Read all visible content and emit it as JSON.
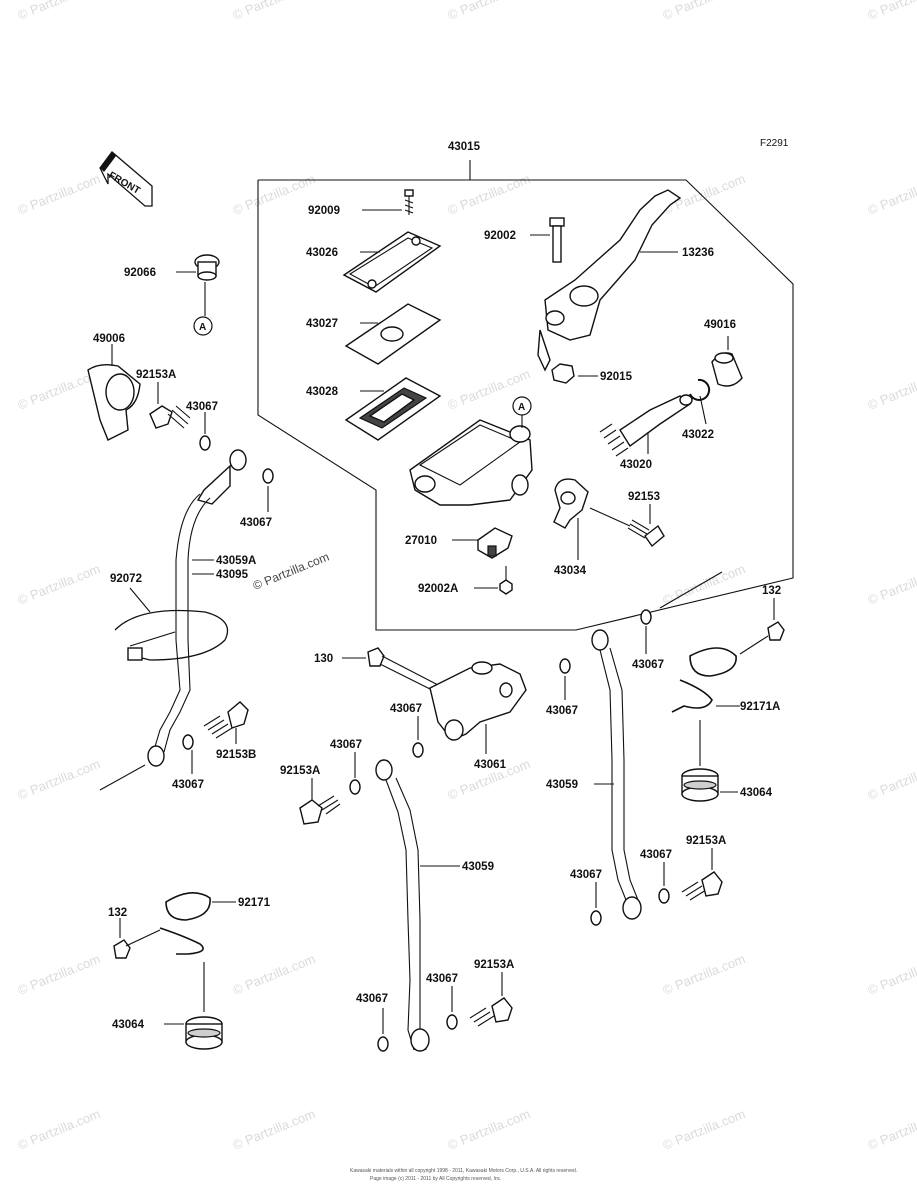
{
  "diagram_code": "F2291",
  "front_label": "FRONT",
  "callout_a": "A",
  "watermark": "© Partzilla.com",
  "footer": {
    "line1": "Kawasaki materials within all copyright 1998 - 2011, Kawasaki Motors Corp., U.S.A. All rights reserved.",
    "line2": "Page image (c) 2011 - 2011 by All Copyrights reserved, Inc."
  },
  "parts": [
    {
      "id": "p43015",
      "label": "43015"
    },
    {
      "id": "p92009",
      "label": "92009"
    },
    {
      "id": "p43026",
      "label": "43026"
    },
    {
      "id": "p43027",
      "label": "43027"
    },
    {
      "id": "p43028",
      "label": "43028"
    },
    {
      "id": "p92002",
      "label": "92002"
    },
    {
      "id": "p13236",
      "label": "13236"
    },
    {
      "id": "p49016",
      "label": "49016"
    },
    {
      "id": "p92015",
      "label": "92015"
    },
    {
      "id": "p43022",
      "label": "43022"
    },
    {
      "id": "p43020",
      "label": "43020"
    },
    {
      "id": "p92153",
      "label": "92153"
    },
    {
      "id": "p27010",
      "label": "27010"
    },
    {
      "id": "p43034",
      "label": "43034"
    },
    {
      "id": "p92002A",
      "label": "92002A"
    },
    {
      "id": "p92066",
      "label": "92066"
    },
    {
      "id": "p49006",
      "label": "49006"
    },
    {
      "id": "p92153A_1",
      "label": "92153A"
    },
    {
      "id": "p43067_1",
      "label": "43067"
    },
    {
      "id": "p43067_2",
      "label": "43067"
    },
    {
      "id": "p43059A",
      "label": "43059A"
    },
    {
      "id": "p43095",
      "label": "43095"
    },
    {
      "id": "p92072",
      "label": "92072"
    },
    {
      "id": "p92153B",
      "label": "92153B"
    },
    {
      "id": "p43067_3",
      "label": "43067"
    },
    {
      "id": "p130",
      "label": "130"
    },
    {
      "id": "p43067_4",
      "label": "43067"
    },
    {
      "id": "p43061",
      "label": "43061"
    },
    {
      "id": "p43067_5",
      "label": "43067"
    },
    {
      "id": "p92153A_2",
      "label": "92153A"
    },
    {
      "id": "p43059_1",
      "label": "43059"
    },
    {
      "id": "p43067_6",
      "label": "43067"
    },
    {
      "id": "p43059_2",
      "label": "43059"
    },
    {
      "id": "p132_1",
      "label": "132"
    },
    {
      "id": "p43067_7",
      "label": "43067"
    },
    {
      "id": "p92171A",
      "label": "92171A"
    },
    {
      "id": "p43064_1",
      "label": "43064"
    },
    {
      "id": "p43067_8",
      "label": "43067"
    },
    {
      "id": "p43067_9",
      "label": "43067"
    },
    {
      "id": "p92153A_3",
      "label": "92153A"
    },
    {
      "id": "p132_2",
      "label": "132"
    },
    {
      "id": "p92171",
      "label": "92171"
    },
    {
      "id": "p43064_2",
      "label": "43064"
    },
    {
      "id": "p43067_10",
      "label": "43067"
    },
    {
      "id": "p43067_11",
      "label": "43067"
    },
    {
      "id": "p92153A_4",
      "label": "92153A"
    }
  ]
}
